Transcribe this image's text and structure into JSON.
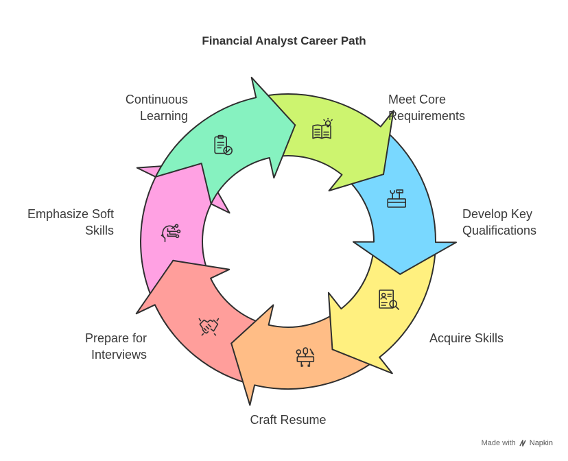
{
  "title": "Financial Analyst Career Path",
  "colors": {
    "stroke": "#2f2f2f",
    "stage_fills": [
      "#86f2c0",
      "#cdf46f",
      "#79d8ff",
      "#fff07f",
      "#ffbd86",
      "#ff9e9b",
      "#ffa1e3"
    ]
  },
  "stages": [
    {
      "lines": [
        "Meet Core",
        "Requirements"
      ],
      "icon": "clipboard-check-icon"
    },
    {
      "lines": [
        "Develop Key",
        "Qualifications"
      ],
      "icon": "book-lightbulb-icon"
    },
    {
      "lines": [
        "Acquire Skills"
      ],
      "icon": "toolbox-icon"
    },
    {
      "lines": [
        "Craft Resume"
      ],
      "icon": "resume-search-icon"
    },
    {
      "lines": [
        "Prepare for",
        "Interviews"
      ],
      "icon": "interview-podium-icon"
    },
    {
      "lines": [
        "Emphasize Soft",
        "Skills"
      ],
      "icon": "handshake-icon"
    },
    {
      "lines": [
        "Continuous",
        "Learning"
      ],
      "icon": "head-network-icon"
    }
  ],
  "footer": {
    "made_with": "Made with",
    "brand": "Napkin"
  }
}
